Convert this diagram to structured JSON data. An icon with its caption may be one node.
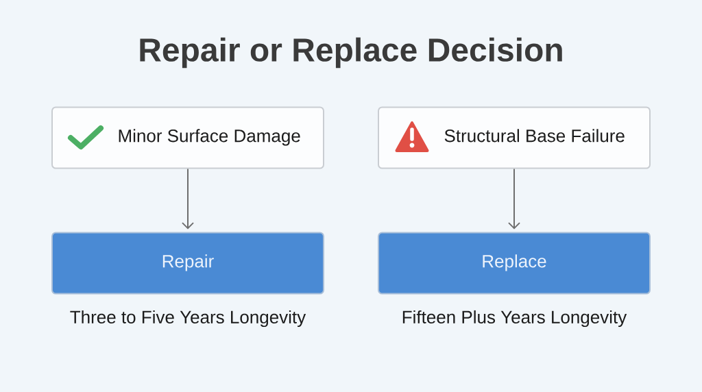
{
  "diagram": {
    "title": "Repair or Replace Decision",
    "nodes": [
      {
        "text": [
          "Minor Surface Damage"
        ]
      },
      {
        "text": [
          "Structural Base Failure"
        ]
      },
      {
        "text": [
          "Repair"
        ],
        "beside": [
          "Three to Five Years Longevity"
        ]
      },
      {
        "text": [
          "Replace"
        ],
        "beside": [
          "Fifteen Plus Years Longevity"
        ]
      }
    ],
    "edges": [
      {
        "from": 0,
        "to": 2,
        "arrow": "to"
      },
      {
        "from": 1,
        "to": 3,
        "arrow": "to"
      }
    ]
  }
}
